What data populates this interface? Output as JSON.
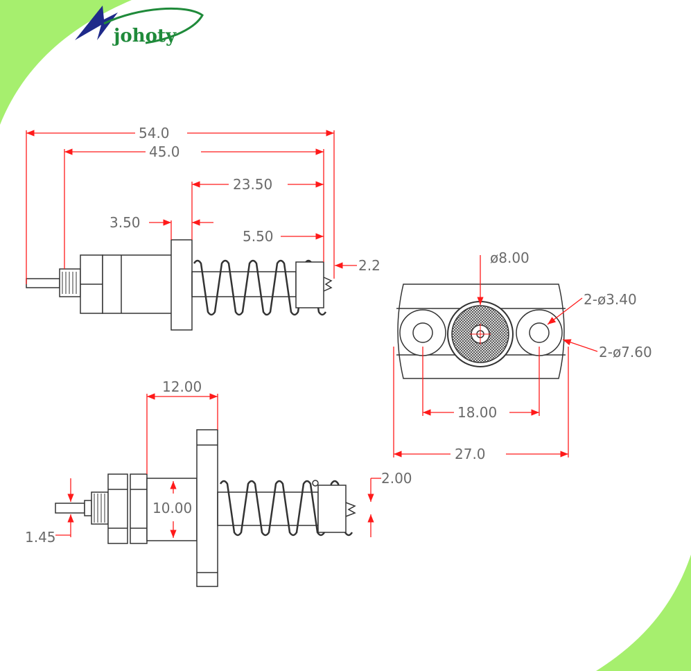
{
  "brand": {
    "name": "johoty"
  },
  "colors": {
    "dimension": "#ff1a1a",
    "outline": "#333333",
    "label": "#6a6a6a",
    "accent_green": "#a6ef6e",
    "logo_blue": "#1f2a8a",
    "logo_green": "#1f8a3a"
  },
  "dimensions": {
    "top": {
      "total_length": "54.0",
      "body_length": "45.0",
      "spring_length": "23.50",
      "flange": "3.50",
      "tip_length": "5.50",
      "tip_offset": "2.2"
    },
    "bottom": {
      "flange_to_nut": "12.00",
      "body_diameter": "10.00",
      "pin_diameter": "1.45",
      "tip_offset": "2.00"
    },
    "end_view": {
      "center_hole": "ø8.00",
      "small_holes": "2-ø3.40",
      "large_holes": "2-ø7.60",
      "hole_spacing": "18.00",
      "overall_width": "27.0"
    }
  }
}
